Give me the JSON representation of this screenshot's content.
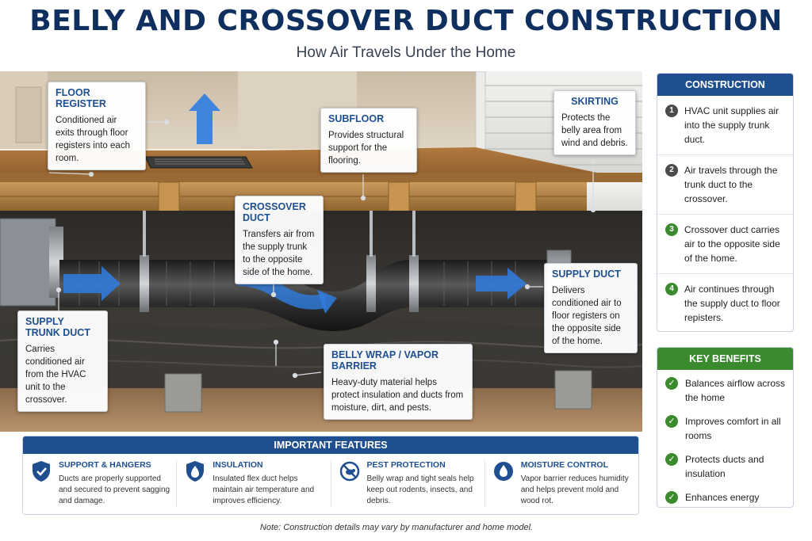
{
  "title": "BELLY AND CROSSOVER DUCT CONSTRUCTION",
  "subtitle": "How Air Travels Under the Home",
  "callouts": {
    "floor_register": {
      "title": "FLOOR REGISTER",
      "text": "Conditioned air exits through floor registers into each room."
    },
    "subfloor": {
      "title": "SUBFLOOR",
      "text": "Provides structural support for the flooring."
    },
    "skirting": {
      "title": "SKIRTING",
      "text": "Protects the belly area from wind and debris."
    },
    "crossover_duct": {
      "title": "CROSSOVER DUCT",
      "text": "Transfers air from the supply trunk to the opposite side of the home."
    },
    "supply_duct": {
      "title": "SUPPLY DUCT",
      "text": "Delivers conditioned air to floor registers on the opposite side of the home."
    },
    "supply_trunk": {
      "title": "SUPPLY TRUNK DUCT",
      "text": "Carries conditioned air from the HVAC unit to the crossover."
    },
    "belly_wrap": {
      "title": "BELLY WRAP / VAPOR BARRIER",
      "text": "Heavy-duty material helps protect insulation and ducts from moisture, dirt, and pests."
    }
  },
  "overview": {
    "title": "CONSTRUCTION OVERVIEW",
    "steps": [
      {
        "num": "1",
        "text": "HVAC unit supplies air into the supply trunk duct.",
        "color": "#4b4b4b"
      },
      {
        "num": "2",
        "text": "Air travels through the trunk duct to the crossover.",
        "color": "#4b4b4b"
      },
      {
        "num": "3",
        "text": "Crossover duct carries air to the opposite side of the home.",
        "color": "#3c8a2f"
      },
      {
        "num": "4",
        "text": "Air continues through the supply duct to floor repisters.",
        "color": "#3c8a2f"
      }
    ]
  },
  "benefits": {
    "title": "KEY BENEFITS",
    "items": [
      "Balances airflow across the home",
      "Improves comfort in all rooms",
      "Protects ducts and insulation",
      "Enhances energy efficiency"
    ]
  },
  "features": {
    "title": "IMPORTANT FEATURES",
    "items": [
      {
        "title": "SUPPORT & HANGERS",
        "text": "Ducts are properly supported and secured to prevent sagging and damage.",
        "icon": "shield-check-icon"
      },
      {
        "title": "INSULATION",
        "text": "Insulated flex duct helps maintain air temperature and improves efficiency.",
        "icon": "droplet-shield-icon"
      },
      {
        "title": "PEST PROTECTION",
        "text": "Belly wrap and tight seals help keep out rodents, insects, and debris.",
        "icon": "no-pests-icon"
      },
      {
        "title": "MOISTURE CONTROL",
        "text": "Vapor barrier reduces humidity and helps prevent mold and wood rot.",
        "icon": "water-drop-icon"
      }
    ]
  },
  "note": "Note: Construction details may vary by manufacturer and home model.",
  "colors": {
    "title": "#0f2f5f",
    "accent_blue": "#1f4f8f",
    "accent_green": "#3c8a2f",
    "airflow_arrow": "#2f7de1"
  }
}
